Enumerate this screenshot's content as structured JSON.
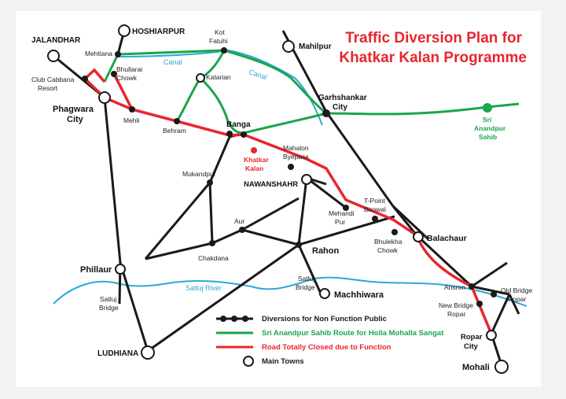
{
  "title": {
    "line1": "Traffic Diversion Plan for",
    "line2": "Khatkar Kalan Programme"
  },
  "places": {
    "jalandhar": "JALANDHAR",
    "hoshiarpur": "HOSHIARPUR",
    "kot_fatuhi_1": "Kot",
    "kot_fatuhi_2": "Fatuhi",
    "mahilpur": "Mahilpur",
    "mehtiana": "Mehtiana",
    "bhullarai_1": "Bhullarai",
    "bhullarai_2": "Chowk",
    "club_1": "Club Cabbana",
    "club_2": "Resort",
    "phagwara_1": "Phagwara",
    "phagwara_2": "City",
    "mehli": "Mehli",
    "katarian": "Katarian",
    "behram": "Behram",
    "banga": "Banga",
    "garhshankar_1": "Garhshankar",
    "garhshankar_2": "City",
    "anandpur_1": "Sri",
    "anandpur_2": "Anandpur",
    "anandpur_3": "Sahib",
    "khatkar_1": "Khatkar",
    "khatkar_2": "Kalan",
    "mahalon_1": "Mahalon",
    "mahalon_2": "Byepass",
    "nawanshahr": "NAWANSHAHR",
    "mukandpur": "Mukandpur",
    "tpoint_1": "T-Point",
    "tpoint_2": "Birowal",
    "mehandi_1": "Mehandi",
    "mehandi_2": "Pur",
    "aur": "Aur",
    "balachaur": "Balachaur",
    "bhulekha_1": "Bhulekha",
    "bhulekha_2": "Chowk",
    "rahon": "Rahon",
    "chakdana": "Chakdana",
    "phillaur": "Phillaur",
    "satluj_bridge_1": "Satluj",
    "satluj_bridge_2": "Bridge",
    "satluj_bridge_w_1": "Satluj",
    "satluj_bridge_w_2": "Bridge",
    "machhiwara": "Machhiwara",
    "ansron": "Ansron",
    "old_bridge_1": "Old Bridge",
    "old_bridge_2": "Ropar",
    "new_bridge_1": "New Bridge",
    "new_bridge_2": "Ropar",
    "ropar_1": "Ropar",
    "ropar_2": "City",
    "ludhiana": "LUDHIANA",
    "mohali": "Mohali"
  },
  "water": {
    "canal_1": "Canal",
    "canal_2": "Canal",
    "river": "Satluj River"
  },
  "legend": {
    "black": "Diversions for Non Function Public",
    "green": "Sri Anandpur Sahib Route for Holla Mohalla Sangat",
    "red": "Road Totally Closed due to Function",
    "town": "Main Towns"
  },
  "colors": {
    "red": "#e8262c",
    "green": "#1aa64a",
    "canal": "#2aa8d8",
    "black": "#1a1a1a"
  }
}
